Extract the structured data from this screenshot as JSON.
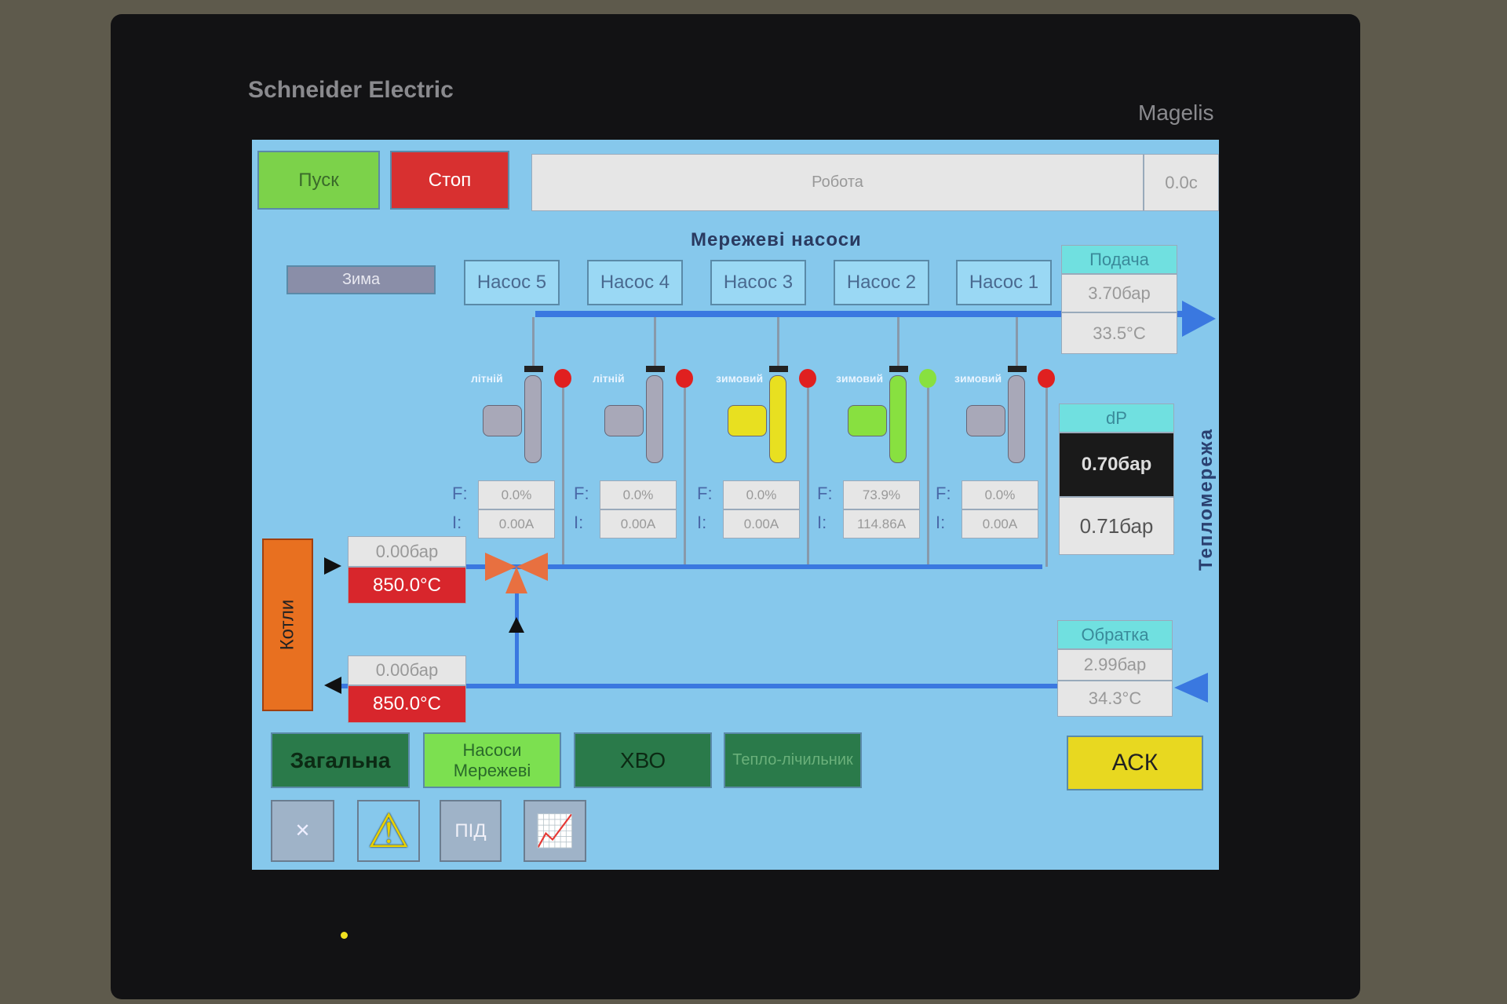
{
  "device": {
    "brand": "Schneider Electric",
    "model": "Magelis"
  },
  "header": {
    "start": "Пуск",
    "stop": "Стоп",
    "status": "Робота",
    "timer": "0.0с"
  },
  "title": "Мережеві насоси",
  "season": "Зима",
  "pump_buttons": [
    "Насос 5",
    "Насос 4",
    "Насос 3",
    "Насос 2",
    "Насос 1"
  ],
  "pumps": [
    {
      "mode": "літній",
      "F": "0.0%",
      "I": "0.00A",
      "color": "#a8a8b8",
      "status": "#e02020"
    },
    {
      "mode": "літній",
      "F": "0.0%",
      "I": "0.00A",
      "color": "#a8a8b8",
      "status": "#e02020"
    },
    {
      "mode": "зимовий",
      "F": "0.0%",
      "I": "0.00A",
      "color": "#e8e020",
      "status": "#e02020"
    },
    {
      "mode": "зимовий",
      "F": "73.9%",
      "I": "114.86A",
      "color": "#88e040",
      "status": "#88e040"
    },
    {
      "mode": "зимовий",
      "F": "0.0%",
      "I": "0.00A",
      "color": "#a8a8b8",
      "status": "#e02020"
    }
  ],
  "labels": {
    "F": "F:",
    "I": "I:"
  },
  "supply": {
    "label": "Подача",
    "pressure": "3.70бар",
    "temp": "33.5°C"
  },
  "dp": {
    "label": "dP",
    "setpoint": "0.70бар",
    "actual": "0.71бар"
  },
  "network_label": "Тепломережа",
  "return": {
    "label": "Обратка",
    "pressure": "2.99бар",
    "temp": "34.3°C"
  },
  "boilers": {
    "label": "Котли",
    "out_pressure": "0.00бар",
    "out_temp": "850.0°C",
    "in_pressure": "0.00бар",
    "in_temp": "850.0°C"
  },
  "nav": [
    "Загальна",
    "Насоси Мережеві",
    "ХВО",
    "Тепло-лічильник",
    "АСК"
  ],
  "tools": {
    "pid": "ПІД"
  }
}
